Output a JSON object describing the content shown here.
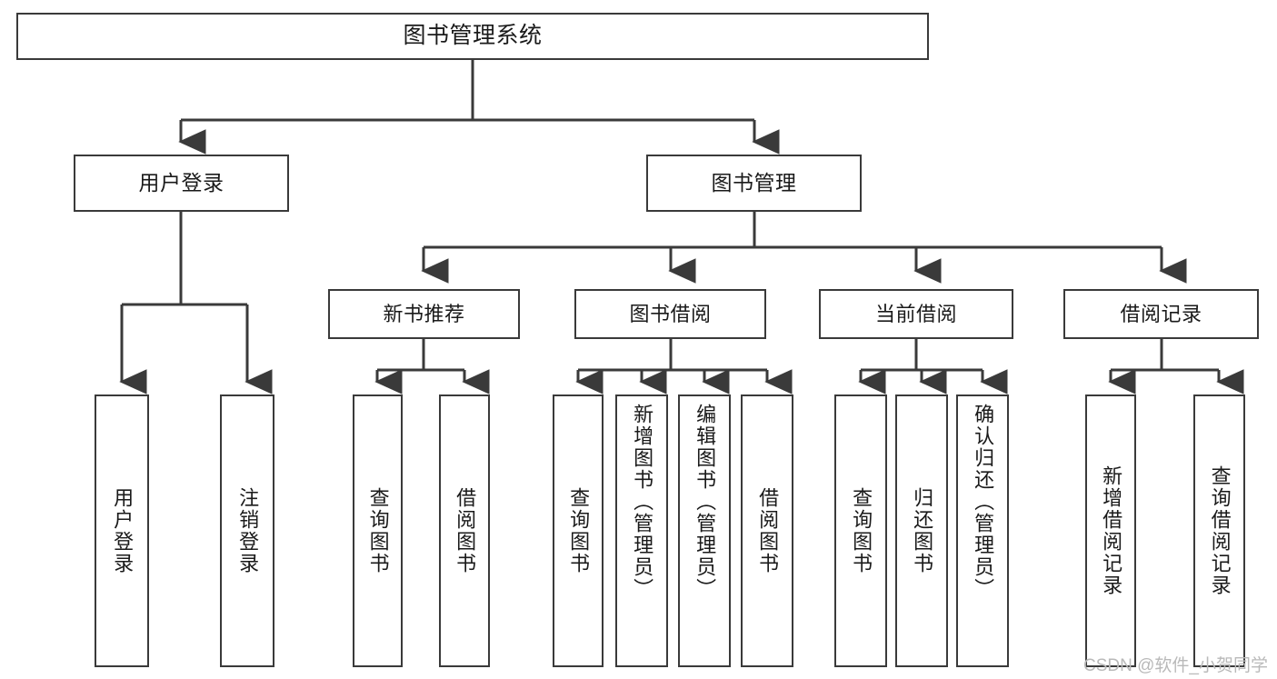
{
  "diagram": {
    "title": "图书管理系统",
    "type": "功能结构图",
    "root": {
      "label": "图书管理系统"
    },
    "level2": [
      {
        "label": "用户登录"
      },
      {
        "label": "图书管理"
      }
    ],
    "level3": [
      {
        "label": "新书推荐"
      },
      {
        "label": "图书借阅"
      },
      {
        "label": "当前借阅"
      },
      {
        "label": "借阅记录"
      }
    ],
    "leaves": {
      "user_login": [
        {
          "label": "用户登录"
        },
        {
          "label": "注销登录"
        }
      ],
      "new_book_recommend": [
        {
          "label": "查询图书"
        },
        {
          "label": "借阅图书"
        }
      ],
      "book_borrow": [
        {
          "label": "查询图书"
        },
        {
          "label": "新增图书（管理员）"
        },
        {
          "label": "编辑图书（管理员）"
        },
        {
          "label": "借阅图书"
        }
      ],
      "current_borrow": [
        {
          "label": "查询图书"
        },
        {
          "label": "归还图书"
        },
        {
          "label": "确认归还（管理员）"
        }
      ],
      "borrow_record": [
        {
          "label": "新增借阅记录"
        },
        {
          "label": "查询借阅记录"
        }
      ]
    }
  },
  "watermark": {
    "text": "CSDN @软件_小贺同学"
  },
  "colors": {
    "border": "#3a3a3a",
    "background": "#ffffff",
    "text": "#1a1a1a",
    "watermark": "#b9b9b9"
  }
}
